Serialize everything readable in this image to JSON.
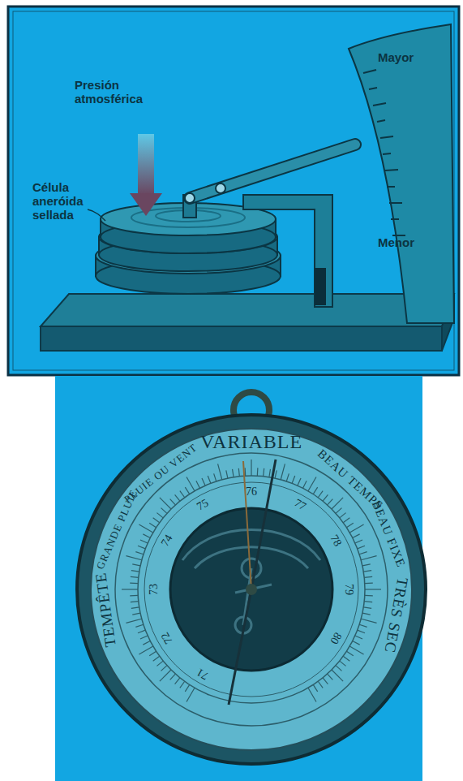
{
  "diagram": {
    "labels": [
      "Presión atmosférica",
      "Célula aneróida sellada",
      "Mayor",
      "Menor",
      "VARIABLE",
      "BEAU TEMPS",
      "BEAU FIXE",
      "TRÈS SEC",
      "PLUIE OU VENT",
      "GRANDE PLUIE",
      "TEMPÊTE",
      "71",
      "72",
      "73",
      "74",
      "75",
      "76",
      "77",
      "78",
      "79",
      "80"
    ]
  }
}
